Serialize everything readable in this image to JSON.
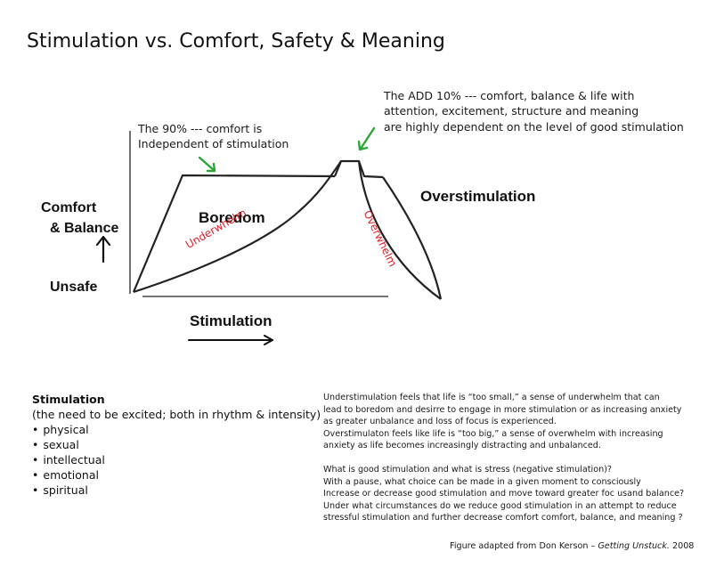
{
  "title": "Stimulation vs. Comfort, Safety & Meaning",
  "notes": {
    "ninety_line1": "The 90% --- comfort is",
    "ninety_line2": "Independent of stimulation",
    "add_line1": "The ADD 10% --- comfort, balance & life with",
    "add_line2": "attention, excitement, structure and meaning",
    "add_line3": "are  highly  dependent on the level of good stimulation"
  },
  "labels": {
    "comfort": "Comfort",
    "balance": "& Balance",
    "unsafe": "Unsafe",
    "boredom": "Boredom",
    "overstimulation": "Overstimulation",
    "stimulation_axis": "Stimulation",
    "underwhelm": "Underwhelm",
    "overwhelm": "Overwhelm"
  },
  "colors": {
    "arrow_green": "#2aa836",
    "annotation_red": "#e0222a",
    "line": "#222222"
  },
  "stimulation": {
    "heading": "Stimulation",
    "subtitle": "(the need to be excited; both in rhythm & intensity)",
    "items": [
      "physical",
      "sexual",
      "intellectual",
      "emotional",
      "spiritual"
    ]
  },
  "paragraphs": {
    "p1": [
      "Understimulation feels that life is “too small,” a sense of underwhelm that can",
      "lead to boredom and desirre to engage in more stimulation or  as increasing anxiety",
      "as greater unbalance and loss of focus is experienced.",
      "Overstimulaton feels like life is “too big,” a sense of overwhelm with increasing",
      "anxiety as life becomes increasingly distracting and unbalanced."
    ],
    "p2": [
      "What is good stimulation and what is stress (negative stimulation)?",
      "With a pause, what choice can be made in a given moment to consciously",
      "Increase or decrease good stimulation and move toward greater foc usand balance?",
      "Under what circumstances do we reduce good stimulation in an attempt to reduce",
      "stressful stimulation and further decrease comfort  comfort, balance, and meaning ?"
    ]
  },
  "credit": {
    "prefix": "Figure adapted from Don Kerson – ",
    "work": "Getting Unstuck.",
    "year": " 2008"
  }
}
